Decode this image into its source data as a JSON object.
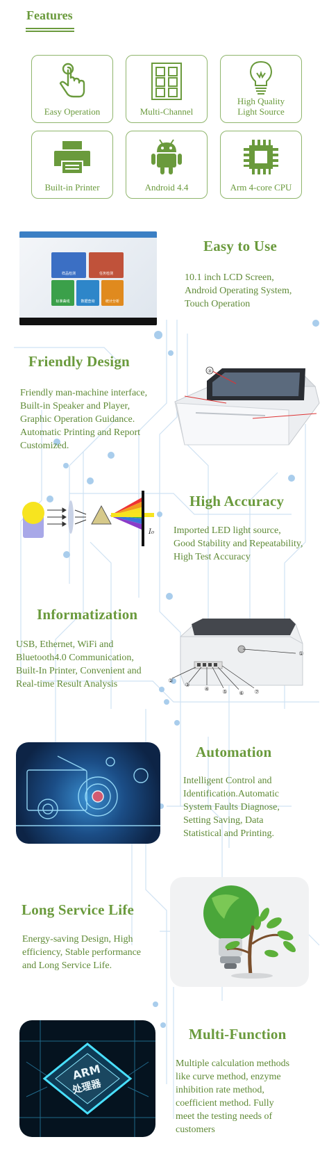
{
  "features": {
    "title": "Features",
    "items": [
      {
        "label": "Easy Operation",
        "icon": "hand-pointer-icon"
      },
      {
        "label": "Multi-Channel",
        "icon": "grid-icon"
      },
      {
        "label": "High Quality Light Source",
        "icon": "light-bulb-icon"
      },
      {
        "label": "Built-in Printer",
        "icon": "printer-icon"
      },
      {
        "label": "Android 4.4",
        "icon": "android-icon"
      },
      {
        "label": "Arm 4-core CPU",
        "icon": "cpu-chip-icon"
      }
    ]
  },
  "tablet": {
    "tiles": [
      "样品检测",
      "任务检测",
      "标准曲线",
      "数据查询",
      "统计分析"
    ]
  },
  "sections": {
    "easy_to_use": {
      "title": "Easy to Use",
      "lines": [
        "10.1 inch LCD Screen,",
        "Android Operating System,",
        "Touch Operation"
      ]
    },
    "friendly_design": {
      "title": "Friendly Design",
      "lines": [
        "Friendly man-machine interface,",
        "Built-in Speaker and Player,",
        "Graphic Operation Guidance.",
        "Automatic Printing and Report",
        "Customized."
      ],
      "callout_top": "③"
    },
    "high_accuracy": {
      "title": "High Accuracy",
      "lines": [
        "Imported LED light source,",
        "Good Stability and Repeatability,",
        "High Test Accuracy"
      ],
      "diagram_label": "I₀"
    },
    "informatization": {
      "title": "Informatization",
      "lines": [
        "USB, Ethernet, WiFi and",
        "Bluetooth4.0 Communication,",
        "Built-In Printer, Convenient and",
        "Real-time Result Analysis"
      ],
      "callouts": [
        "①",
        "②",
        "③",
        "④",
        "⑤",
        "⑥",
        "⑦"
      ]
    },
    "automation": {
      "title": "Automation",
      "lines": [
        "Intelligent Control and",
        "Identification.Automatic",
        "System Faults Diagnose,",
        "Setting Saving, Data",
        "Statistical and Printing."
      ]
    },
    "long_service_life": {
      "title": "Long Service Life",
      "lines": [
        "Energy-saving Design, High",
        "efficiency, Stable performance",
        "and Long Service Life."
      ]
    },
    "multi_function": {
      "title": "Multi-Function",
      "lines": [
        "Multiple calculation methods",
        "like curve method, enzyme",
        "inhibition rate method,",
        "coefficient method. Fully",
        "meet the testing needs of",
        "customers"
      ],
      "chip_text_1": "ARM",
      "chip_text_2": "处理器"
    }
  },
  "colors": {
    "accent": "#6a9a3c",
    "border": "#8fb56c",
    "circuit": "#bcd7ef"
  }
}
